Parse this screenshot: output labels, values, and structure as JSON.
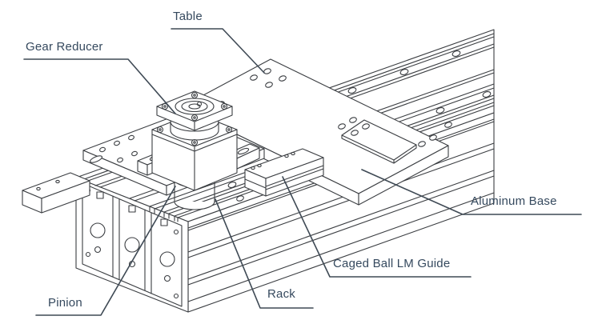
{
  "colors": {
    "background": "#ffffff",
    "line": "#3b3e42",
    "leader_line": "#3f4a55",
    "label_text": "#35495e"
  },
  "labels": [
    {
      "id": "table",
      "text": "Table"
    },
    {
      "id": "gear-reducer",
      "text": "Gear Reducer"
    },
    {
      "id": "aluminum-base",
      "text": "Aluminum Base"
    },
    {
      "id": "caged-ball-lm-guide",
      "text": "Caged Ball LM Guide"
    },
    {
      "id": "rack",
      "text": "Rack"
    },
    {
      "id": "pinion",
      "text": "Pinion"
    }
  ]
}
